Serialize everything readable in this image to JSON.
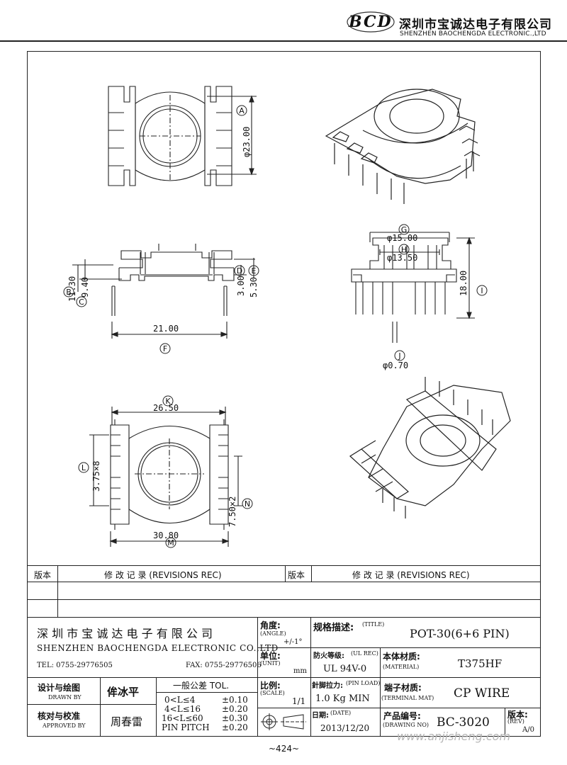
{
  "header": {
    "logo": "BCD",
    "company_cn": "深圳市宝诚达电子有限公司",
    "company_en": "SHENZHEN BAOCHENGDA ELECTRONIC.,LTD"
  },
  "drawing": {
    "labels": {
      "A": "A",
      "B": "B",
      "C": "C",
      "D": "D",
      "E": "E",
      "F": "F",
      "G": "G",
      "H": "H",
      "I": "I",
      "J": "J",
      "K": "K",
      "L": "L",
      "M": "M",
      "N": "N"
    },
    "dims": {
      "phi23": "φ23.00",
      "d1130": "11.30",
      "d940": "9.40",
      "d300": "3.00",
      "d530": "5.30",
      "d2100": "21.00",
      "phi15": "φ15.00",
      "phi1350": "φ13.50",
      "d1800": "18.00",
      "phi070": "φ0.70",
      "d2650": "26.50",
      "d375x8": "3.75×8",
      "d750x2": "7.50×2",
      "d3080": "30.80"
    }
  },
  "revisions": {
    "col1": "版本",
    "col2": "修 改 记 录  (REVISIONS REC)",
    "col3": "版本",
    "col4": "修 改 记 录  (REVISIONS REC)"
  },
  "titleblock": {
    "company_cn": "深 圳 市 宝 诚 达 电 子 有 限 公 司",
    "company_en": "SHENZHEN BAOCHENGDA ELECTRONIC CO.,LTD",
    "tel": "TEL: 0755-29776505",
    "fax": "FAX: 0755-29776506",
    "angle_label": "角度:",
    "angle_en": "(ANGLE)",
    "angle_value": "+/-1°",
    "unit_label": "单位:",
    "unit_en": "(UNIT)",
    "unit_value": "mm",
    "scale_label": "比例:",
    "scale_en": "(SCALE)",
    "scale_value": "1/1",
    "title_label": "规格描述:",
    "title_en": "(TITLE)",
    "title_value": "POT-30(6+6 PIN)",
    "ul_label": "防火等级:",
    "ul_en": "(UL REC)",
    "ul_value": "UL 94V-0",
    "material_label": "本体材质:",
    "material_en": "(MATERIAL)",
    "material_value": "T375HF",
    "pinload_label": "針脚拉力:",
    "pinload_en": "(PIN LOAD)",
    "pinload_value": "1.0 Kg MIN",
    "terminal_label": "端子材质:",
    "terminal_en": "(TERMINAL MAT)",
    "terminal_value": "CP WIRE",
    "date_label": "日期:",
    "date_en": "(DATE)",
    "date_value": "2013/12/20",
    "drawno_label": "产品编号:",
    "drawno_en": "(DRAWING NO)",
    "drawno_value": "BC-3020",
    "rev_label": "版本:",
    "rev_en": "(REV)",
    "rev_value": "A/0",
    "drawn_label": "设计与绘图",
    "drawn_en": "DRAWN BY",
    "drawn_value": "侔冰平",
    "approved_label": "核对与校准",
    "approved_en": "APPROVED BY",
    "approved_value": "周春雷",
    "tol_title": "一般公差 TOL.",
    "tol_rows": [
      {
        "range": "0<L≤4",
        "val": "±0.10"
      },
      {
        "range": "4<L≤16",
        "val": "±0.20"
      },
      {
        "range": "16<L≤60",
        "val": "±0.30"
      },
      {
        "range": "PIN PITCH",
        "val": "±0.20"
      }
    ]
  },
  "footer": {
    "page": "~424~",
    "watermark": "www.anjisheng.com"
  }
}
